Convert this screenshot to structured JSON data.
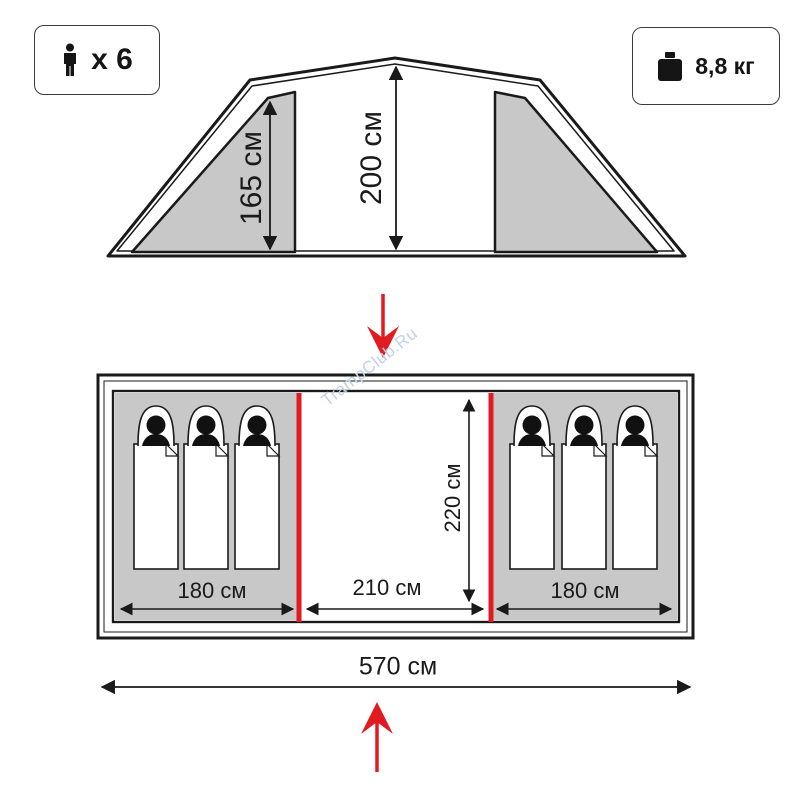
{
  "capacity": {
    "icon": "person-icon",
    "text": "x 6"
  },
  "weight": {
    "icon": "weight-icon",
    "text": "8,8 кг"
  },
  "side_view": {
    "vestibule_height": "165 см",
    "center_height": "200 см"
  },
  "floor_plan": {
    "side_room_left_length": "180 см",
    "center_length": "210 см",
    "side_room_right_length": "180 см",
    "width": "220 см",
    "total_length": "570 см",
    "sleepers_per_room": 3
  },
  "watermark": "TrampClub.Ru",
  "colors": {
    "outline": "#1a1a1a",
    "room_fill": "#c8c8c8",
    "divider": "#e01b22",
    "arrow": "#e01b22"
  }
}
